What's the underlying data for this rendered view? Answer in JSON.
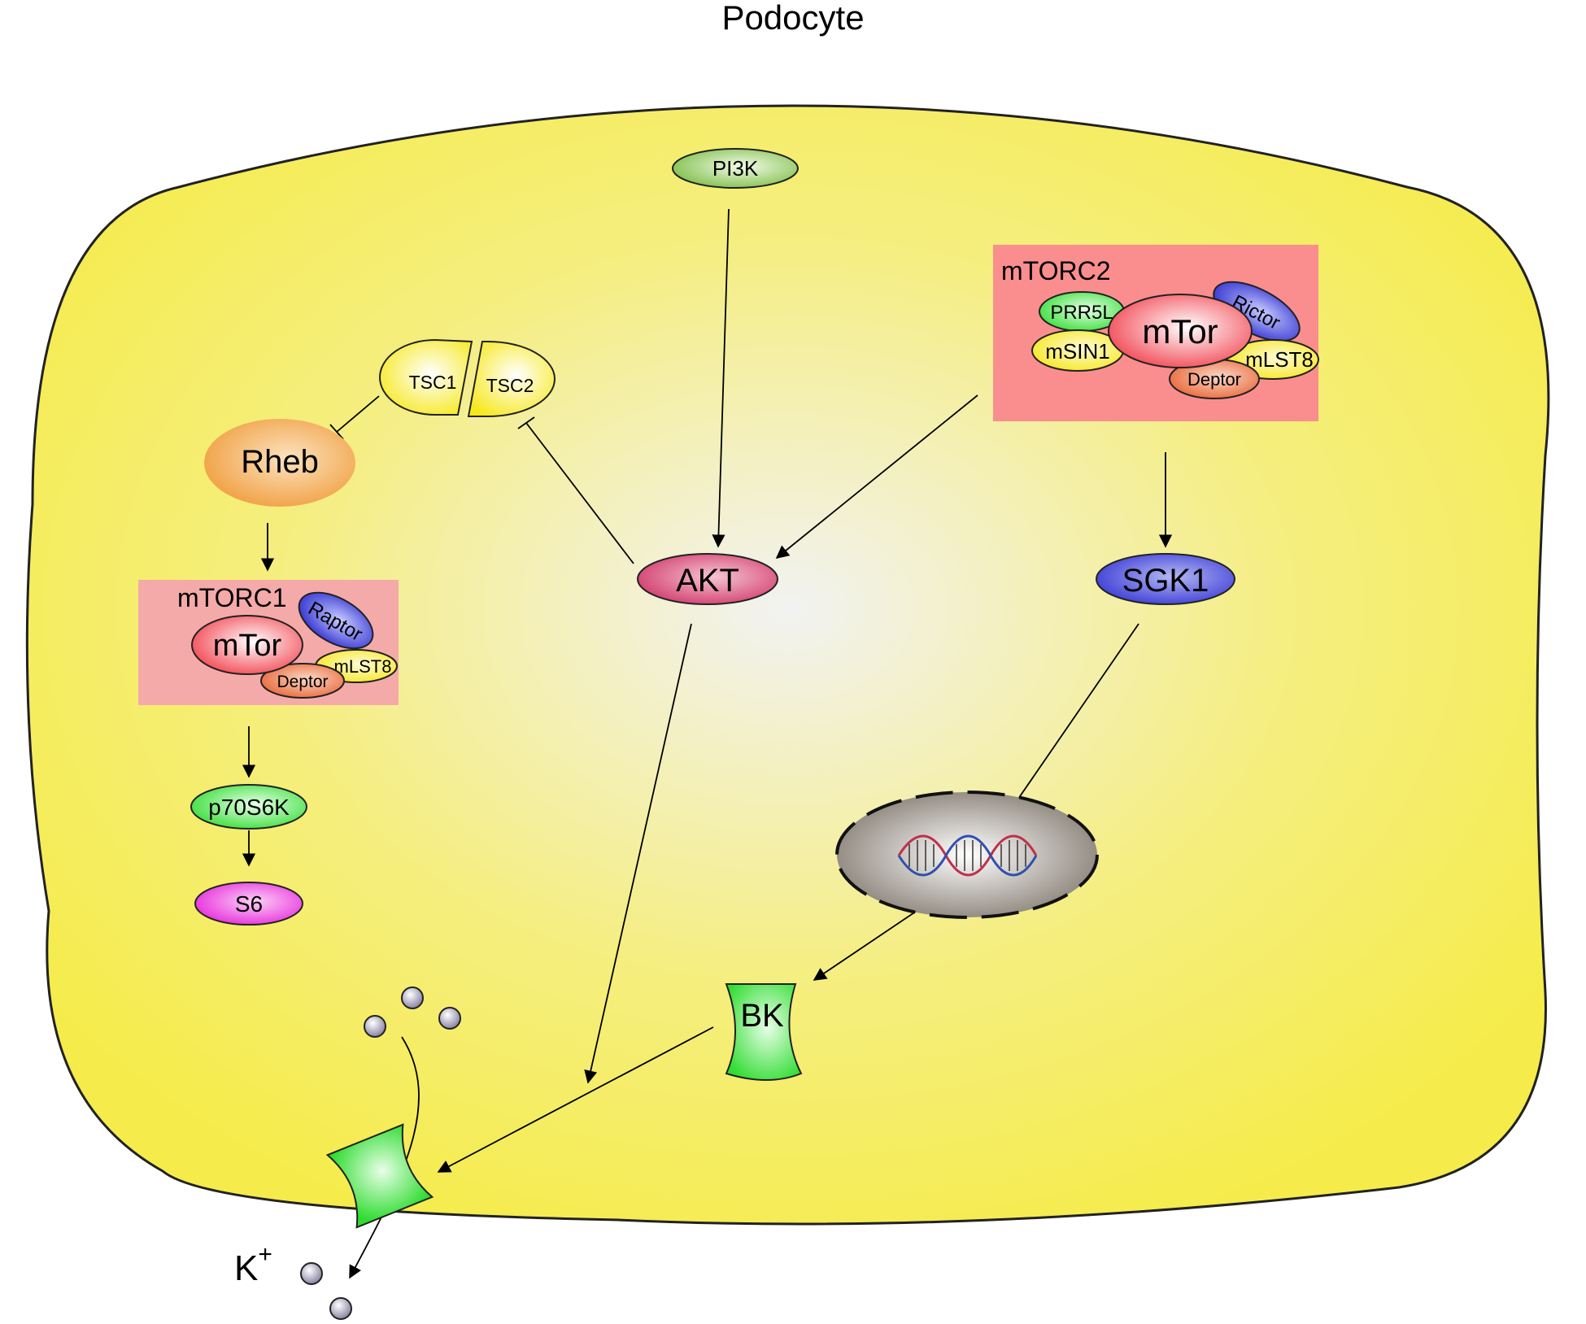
{
  "diagram": {
    "title": "Podocyte",
    "colors": {
      "cell_fill": "#f5ec4c",
      "cell_center": "#f2f2f2",
      "complex_bg": "#fa8e8e",
      "complex1_bg": "#f5aaaa",
      "mtor": "#f24a55",
      "green": "#3fe03f",
      "pi3k": "#7ec04a",
      "tsc": "#f7f060",
      "rheb": "#f0a040",
      "akt": "#d23a6a",
      "sgk1": "#3a3ad8",
      "blue": "#2a2ad0",
      "yellow": "#f6e820",
      "deptor": "#ec6a3a",
      "s6": "#ec2ce0",
      "nucleus": "#8a8278",
      "ion": "#8f8aa6"
    },
    "nodes": {
      "pi3k": "PI3K",
      "tsc1": "TSC1",
      "tsc2": "TSC2",
      "rheb": "Rheb",
      "akt": "AKT",
      "sgk1": "SGK1",
      "p70s6k": "p70S6K",
      "s6": "S6",
      "bk": "BK"
    },
    "mtorc1": {
      "label": "mTORC1",
      "mtor": "mTor",
      "raptor": "Raptor",
      "mlst8": "mLST8",
      "deptor": "Deptor"
    },
    "mtorc2": {
      "label": "mTORC2",
      "mtor": "mTor",
      "prr5l": "PRR5L",
      "msin1": "mSIN1",
      "rictor": "Rictor",
      "mlst8": "mLST8",
      "deptor": "Deptor"
    },
    "ion": {
      "symbol": "K",
      "charge": "+"
    }
  }
}
